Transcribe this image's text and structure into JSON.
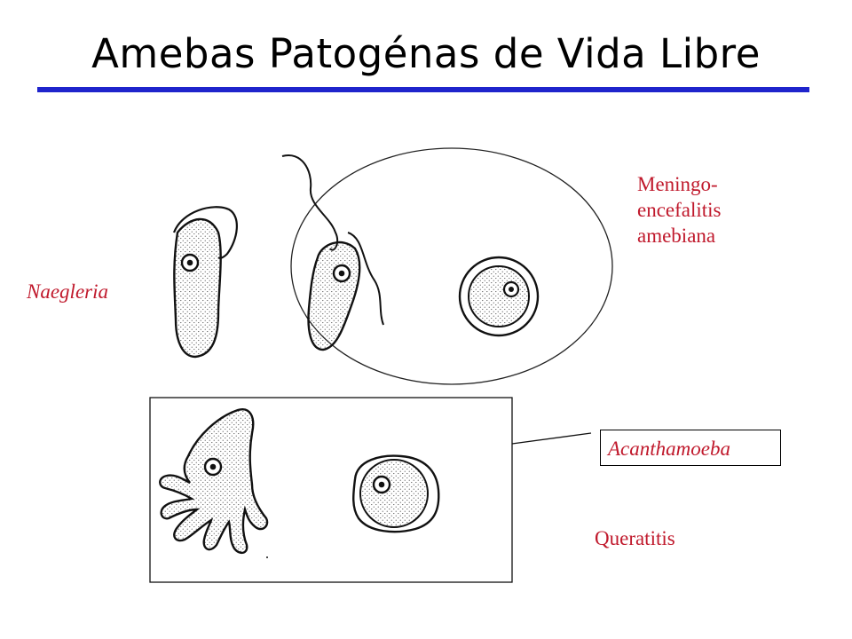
{
  "slide": {
    "title": "Amebas Patogénas de Vida Libre"
  },
  "colors": {
    "title_rule": "#1f24cc",
    "label_red": "#c0192c",
    "stroke": "#111111"
  },
  "labels": {
    "naegleria": "Naegleria",
    "meningo_line1": "Meningo-",
    "meningo_line2": "encefalitis",
    "meningo_line3": "amebiana",
    "acanthamoeba": "Acanthamoeba",
    "queratitis": "Queratitis"
  }
}
